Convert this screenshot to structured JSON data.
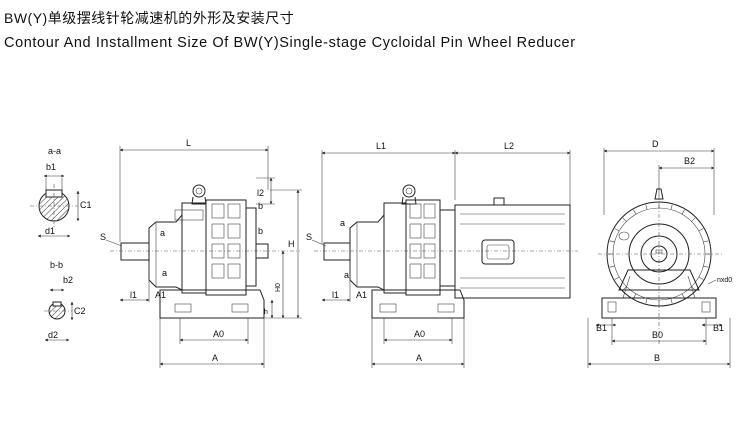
{
  "title": {
    "cn": "BW(Y)单级摆线针轮减速机的外形及安装尺寸",
    "en": "Contour And Installment Size Of BW(Y)Single-stage Cycloidal Pin Wheel Reducer"
  },
  "section_aa": {
    "title": "a-a",
    "b1": "b1",
    "c1": "C1",
    "d1": "d1"
  },
  "section_bb": {
    "title": "b-b",
    "b2": "b2",
    "c2": "C2",
    "d2": "d2"
  },
  "view1": {
    "L": "L",
    "l2": "l2",
    "b_top": "b",
    "b_mid": "b",
    "a_top": "a",
    "a_bot": "a",
    "S": "S",
    "H": "H",
    "H0": "H0",
    "h": "h",
    "l1": "l1",
    "A1": "A1",
    "A0": "A0",
    "A": "A"
  },
  "view2": {
    "L1": "L1",
    "L2": "L2",
    "a_top": "a",
    "a_bot": "a",
    "S": "S",
    "l1": "l1",
    "A1": "A1",
    "A0": "A0",
    "A": "A"
  },
  "view3": {
    "D": "D",
    "B2": "B2",
    "nxd0": "nxd0",
    "B1_left": "B1",
    "B1_right": "B1",
    "B0": "B0",
    "B": "B"
  }
}
